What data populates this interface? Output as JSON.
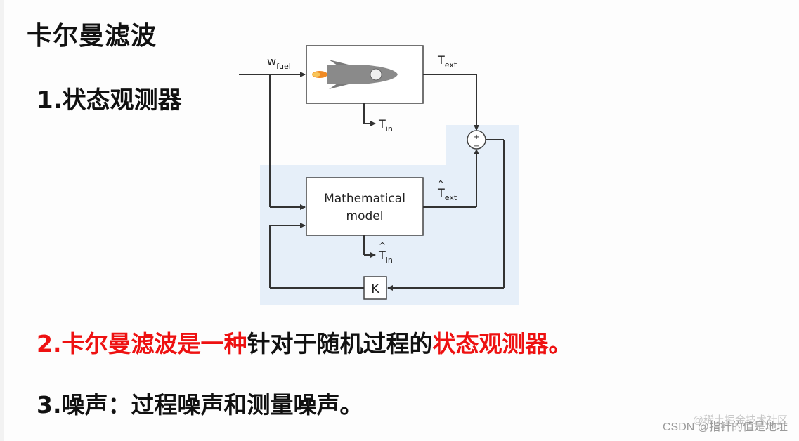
{
  "title": "卡尔曼滤波",
  "point1": "1.状态观测器",
  "point2": {
    "red_part": "2.卡尔曼滤波是一种",
    "black_part": "针对于随机过程的",
    "red_end": "状态观测器。"
  },
  "point3": "3.噪声：过程噪声和测量噪声。",
  "diagram": {
    "input_label": "w",
    "input_sub": "fuel",
    "output_label": "T",
    "output_sub": "ext",
    "internal_label": "T",
    "internal_sub": "in",
    "model_label_line1": "Mathematical",
    "model_label_line2": "model",
    "est_output_label": "T",
    "est_output_sub": "ext",
    "est_internal_label": "T",
    "est_internal_sub": "in",
    "gain_label": "K",
    "sum_plus": "+",
    "sum_minus": "−"
  },
  "watermark": {
    "top": "@稀土掘金技术社区",
    "bottom": "CSDN @指针的值是地址"
  }
}
